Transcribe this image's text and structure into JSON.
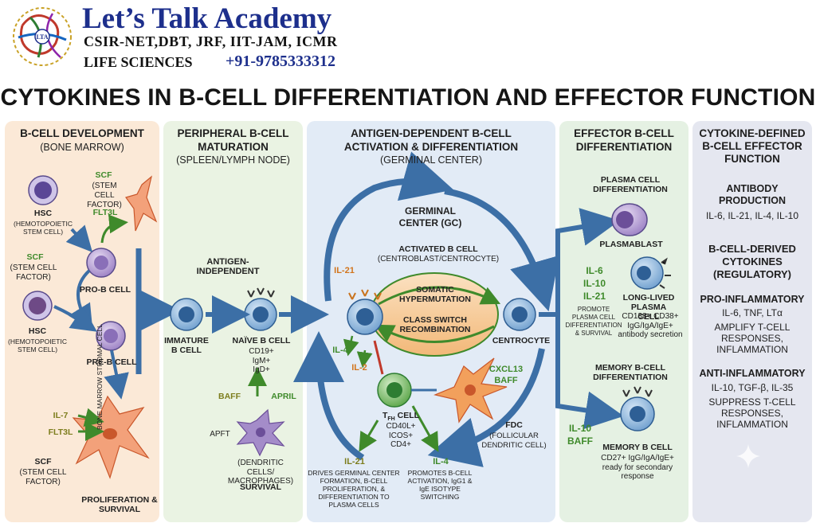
{
  "header": {
    "title": "Let’s Talk Academy",
    "subtitle": "CSIR-NET,DBT, JRF, IIT-JAM, ICMR",
    "life": "LIFE SCIENCES",
    "phone": "+91-9785333312"
  },
  "main_title": "CYTOKINES IN B-CELL DIFFERENTIATION AND EFFECTOR FUNCTION",
  "panel1": {
    "title1": "B-CELL DEVELOPMENT",
    "title2": "(BONE MARROW)",
    "hsc_a": "HSC",
    "hsc_a_sub": "(HEMOTOPOIETIC STEM CELL)",
    "scf_a": "SCF",
    "scf_a_sub": "(STEM CELL FACTOR)",
    "flt3l_a": "FLT3L",
    "scf_b": "SCF",
    "scf_b_sub": "(STEM CELL FACTOR)",
    "hsc_b": "HSC",
    "hsc_b_sub": "(HEMOTOPOIETIC STEM CELL)",
    "pro_b": "PRO-B CELL",
    "pre_b": "PRE-B CELL",
    "il7": "IL-7",
    "flt3l_b": "FLT3L",
    "scf_c": "SCF",
    "scf_c_sub": "(STEM CELL FACTOR)",
    "stromal": "BONE MARROW STROMAL CELL",
    "prolif": "PROLIFERATION & SURVIVAL"
  },
  "panel2": {
    "title1": "PERIPHERAL B-CELL",
    "title2": "MATURATION",
    "title3": "(SPLEEN/LYMPH NODE)",
    "antigen_ind": "ANTIGEN-INDEPENDENT",
    "immature": "IMMATURE B CELL",
    "naive": "NAÏVE B CELL",
    "naive_markers": "CD19+ IgM+ IgD+",
    "baff": "BAFF",
    "april": "APRIL",
    "apft": "APFT",
    "dc": "(DENDRITIC CELLS/ MACROPHAGES)",
    "survival": "SURVIVAL"
  },
  "panel3": {
    "title1": "ANTIGEN-DEPENDENT B-CELL",
    "title2": "ACTIVATION & DIFFERENTIATION",
    "title3": "(GERMINAL CENTER)",
    "gc": "GERMINAL CENTER (GC)",
    "activated": "ACTIVATED B CELL",
    "activated_sub": "(CENTROBLAST/CENTROCYTE)",
    "il21_top": "IL-21",
    "il4": "IL-4",
    "il2": "IL-2",
    "shm": "SOMATIC HYPERMUTATION",
    "csr": "CLASS SWITCH RECOMBINATION",
    "centrocyte": "CENTROCYTE",
    "cxcl13": "CXCL13",
    "baff": "BAFF",
    "tfh": "T",
    "tfh_sub": "FH",
    "tfh_cell": " CELL",
    "tfh_markers": "CD40L+ ICOS+ CD4+",
    "fdc": "FDC",
    "fdc_sub": "(FOLLICULAR DENDRITIC CELL)",
    "il21_bot": "IL-21",
    "il21_bot_desc": "DRIVES GERMINAL CENTER FORMATION, B-CELL PROLIFERATION, & DIFFERENTIATION TO PLASMA CELLS",
    "il4_bot": "IL-4",
    "il4_bot_desc": "PROMOTES B-CELL ACTIVATION, IgG1 & IgE ISOTYPE SWITCHING"
  },
  "panel4": {
    "title1": "EFFECTOR B-CELL",
    "title2": "DIFFERENTIATION",
    "plasma_diff": "PLASMA CELL DIFFERENTIATION",
    "plasmablast": "PLASMABLAST",
    "il6": "IL-6",
    "il10": "IL-10",
    "il21": "IL-21",
    "promote": "PROMOTE PLASMA CELL DIFFERENTIATION & SURVIVAL",
    "long_lived": "LONG-LIVED PLASMA CELL",
    "ll_markers": "CD138+ CD38+ IgG/IgA/IgE+ antibody secretion",
    "memory_diff": "MEMORY B-CELL DIFFERENTIATION",
    "il10b": "IL-10",
    "baffb": "BAFF",
    "memory": "MEMORY B CELL",
    "mem_markers": "CD27+ IgG/IgA/IgE+ ready for secondary response"
  },
  "panel5": {
    "title": "CYTOKINE-DEFINED B-CELL EFFECTOR FUNCTION",
    "ab_prod": "ANTIBODY PRODUCTION",
    "ab_list": "IL-6, IL-21, IL-4, IL-10",
    "derived": "B-CELL-DERIVED CYTOKINES (REGULATORY)",
    "pro_inf": "PRO-INFLAMMATORY",
    "pro_list": "IL-6, TNF, LTα",
    "pro_desc": "AMPLIFY T-CELL RESPONSES, INFLAMMATION",
    "anti_inf": "ANTI-INFLAMMATORY",
    "anti_list": "IL-10, TGF-β, IL-35",
    "anti_desc": "SUPPRESS T-CELL RESPONSES, INFLAMMATION"
  },
  "colors": {
    "panel1_bg": "#fbe9d7",
    "panel2_bg": "#eaf3e3",
    "panel3_bg": "#e2ebf6",
    "panel4_bg": "#e5f1e3",
    "panel5_bg": "#e5e7f0",
    "arrow_blue": "#3c6fa6",
    "cytokine_green": "#3f8a2b",
    "cytokine_orange": "#d2751d"
  }
}
